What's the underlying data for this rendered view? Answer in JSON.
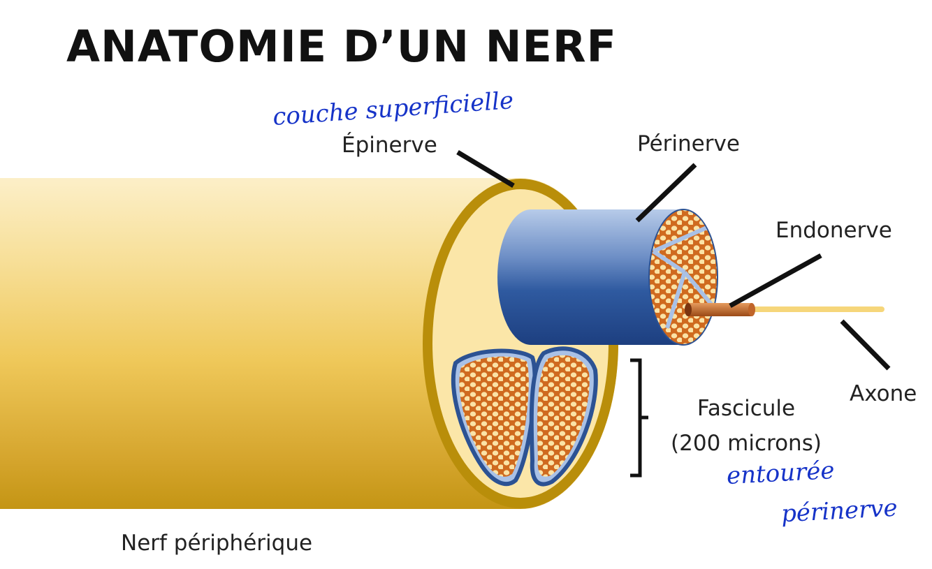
{
  "title": "ANATOMIE D’UN NERF",
  "labels": {
    "epinerve": "Épinerve",
    "perinerve": "Périnerve",
    "endonerve": "Endonerve",
    "axone": "Axone",
    "fascicule": "Fascicule",
    "fascicule_size": "(200 microns)",
    "nerf": "Nerf périphérique"
  },
  "annotations": {
    "epinerve_note": "couche superficielle",
    "fascicule_note_line1": "entourée",
    "fascicule_note_line2": "périnerve"
  },
  "colors": {
    "nerve_yellow": "#e0b23a",
    "epinerve_ring": "#b98e0a",
    "perinerve_blue": "#2f5aa0",
    "fiber_orange": "#d06a1e",
    "axon_light": "#f6d67a",
    "handwriting_blue": "#1633c8"
  }
}
